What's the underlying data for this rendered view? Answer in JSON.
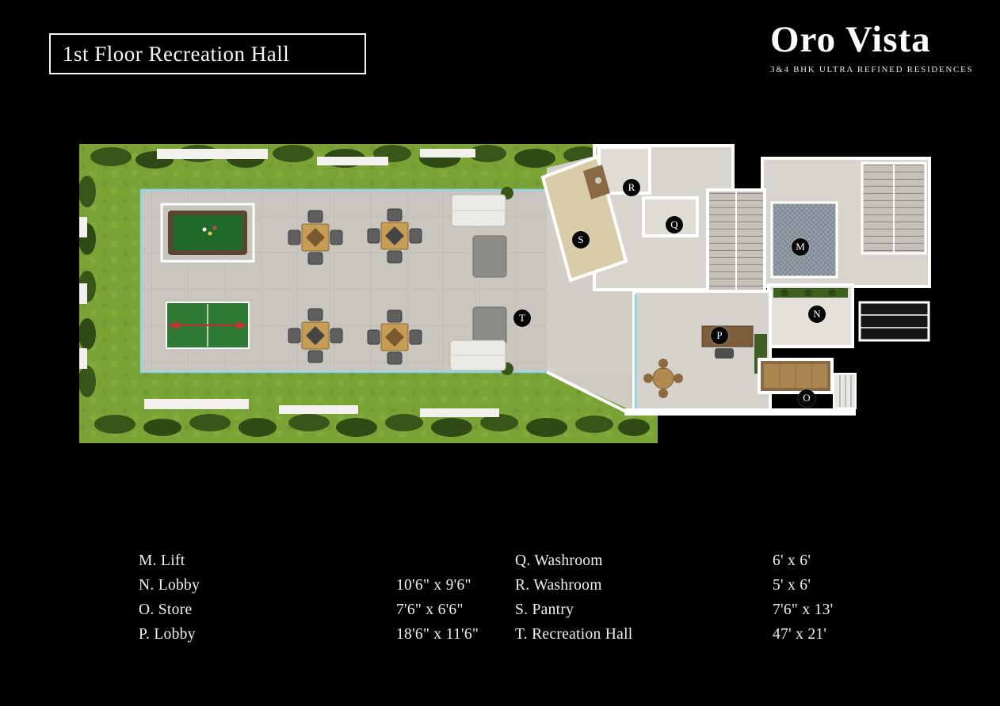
{
  "header": {
    "title": "1st Floor Recreation Hall",
    "brand_name": "Oro Vista",
    "brand_tagline": "3&4 BHK ULTRA REFINED RESIDENCES"
  },
  "colors": {
    "background": "#000000",
    "grass": "#7aa336",
    "deck": "#c9c6c0",
    "glass_railing": "#8ed2ee",
    "walls": "#ffffff",
    "pool_table": "#1f6a2b",
    "ping_pong_table": "#2e7a35"
  },
  "floorplan": {
    "markers": [
      {
        "letter": "R",
        "room": "Washroom"
      },
      {
        "letter": "S",
        "room": "Pantry"
      },
      {
        "letter": "Q",
        "room": "Washroom"
      },
      {
        "letter": "M",
        "room": "Lift"
      },
      {
        "letter": "N",
        "room": "Lobby"
      },
      {
        "letter": "T",
        "room": "Recreation Hall"
      },
      {
        "letter": "P",
        "room": "Lobby"
      },
      {
        "letter": "O",
        "room": "Store"
      }
    ]
  },
  "legend": {
    "rows": [
      {
        "l_label": "M. Lift",
        "l_dim": "",
        "r_label": "Q. Washroom",
        "r_dim": "6' x 6'"
      },
      {
        "l_label": "N. Lobby",
        "l_dim": "10'6\" x 9'6\"",
        "r_label": "R. Washroom",
        "r_dim": "5' x 6'"
      },
      {
        "l_label": "O. Store",
        "l_dim": "7'6\" x 6'6\"",
        "r_label": "S. Pantry",
        "r_dim": "7'6\" x 13'"
      },
      {
        "l_label": "P. Lobby",
        "l_dim": "18'6\" x 11'6\"",
        "r_label": "T. Recreation Hall",
        "r_dim": "47' x 21'"
      }
    ]
  }
}
